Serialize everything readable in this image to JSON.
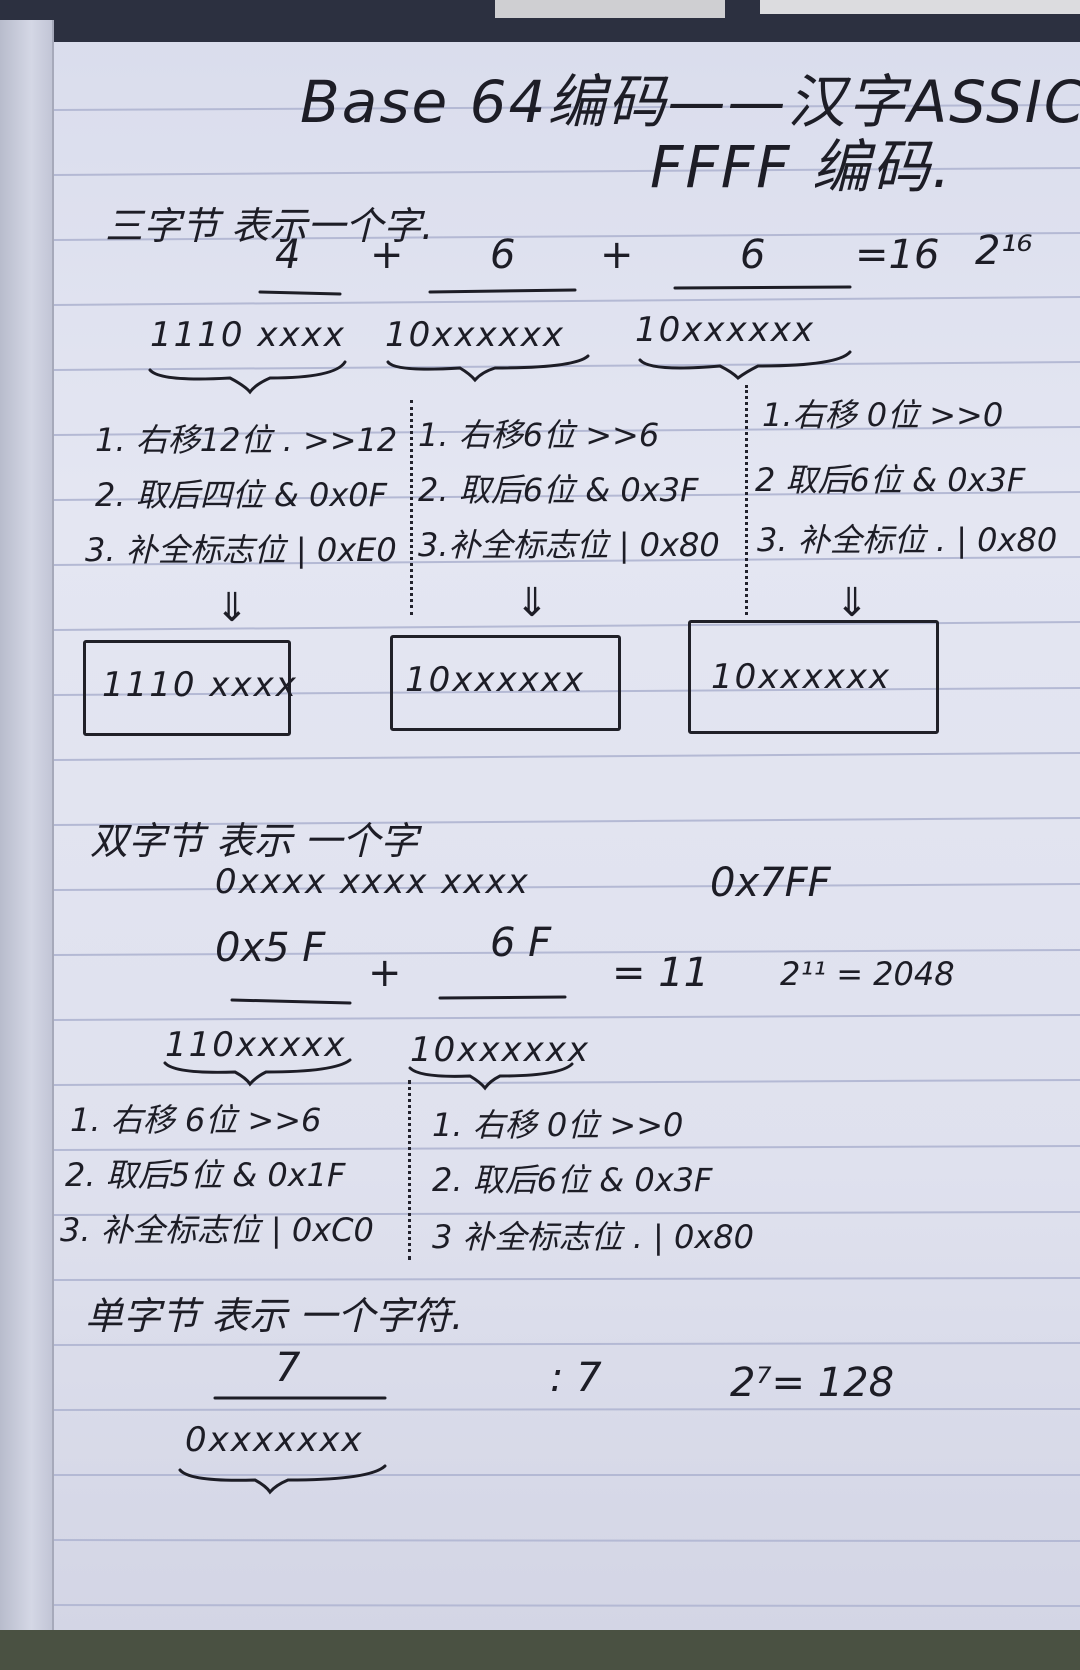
{
  "title_line1": "Base 64编码——汉字ASSIC",
  "title_line2": "FFFF 编码.",
  "three_byte": {
    "heading": "三字节 表示一个字.",
    "widths": [
      "4",
      "+",
      "6",
      "+",
      "6",
      "=16",
      "2¹⁶"
    ],
    "patterns": [
      "1110 xxxx",
      "10xxxxxx",
      "10xxxxxx"
    ],
    "col1_steps": [
      "1. 右移12位 . >>12",
      "2. 取后四位  & 0x0F",
      "3. 补全标志位  | 0xE0"
    ],
    "col2_steps": [
      "1. 右移6位 >>6",
      "2. 取后6位 & 0x3F",
      "3.补全标志位  | 0x80"
    ],
    "col3_steps": [
      "1.右移 0位 >>0",
      "2 取后6位 & 0x3F",
      "3. 补全标位 . | 0x80"
    ],
    "arrow": "⇓",
    "boxes": [
      "1110 xxxx",
      "10xxxxxx",
      "10xxxxxx"
    ]
  },
  "two_byte": {
    "heading": "双字节 表示 一个字",
    "scribble": "0xxxx xxxx xxxx",
    "hex": "0x7FF",
    "widths_left": "0x5 F",
    "plus": "+",
    "widths_right": "6 F",
    "equals": "= 11",
    "power": "2¹¹ = 2048",
    "patterns": [
      "110xxxxx",
      "10xxxxxx"
    ],
    "col1_steps": [
      "1. 右移 6位  >>6",
      "2. 取后5位 & 0x1F",
      "3. 补全标志位  | 0xC0"
    ],
    "col2_steps": [
      "1. 右移 0位 >>0",
      "2. 取后6位  & 0x3F",
      "3 补全标志位 . | 0x80"
    ]
  },
  "one_byte": {
    "heading": "单字节 表示 一个字符.",
    "width": "7",
    "equals": ": 7",
    "power": "2⁷= 128",
    "pattern": "0xxxxxxx"
  }
}
